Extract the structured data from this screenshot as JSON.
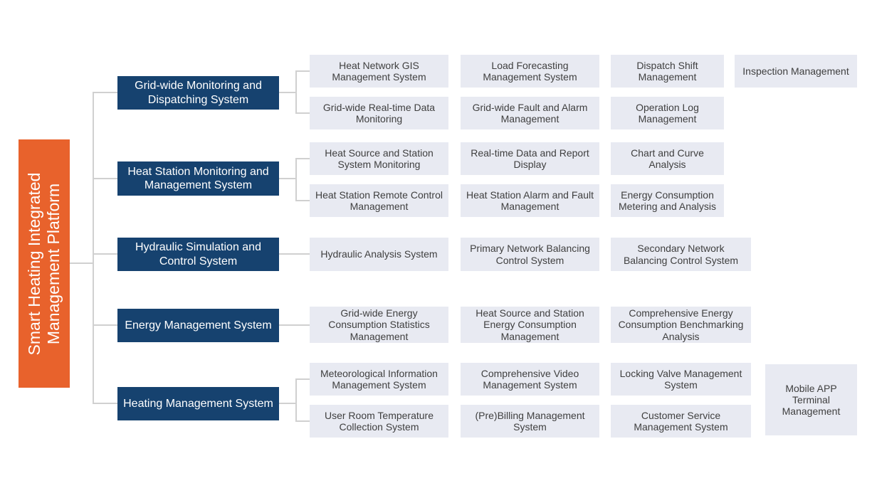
{
  "diagram": {
    "root_label": "Smart Heating Integrated Management Platform",
    "branches": [
      {
        "label": "Grid-wide Monitoring and Dispatching System",
        "children": [
          "Heat Network GIS Management System",
          "Load Forecasting Management System",
          "Dispatch Shift Management",
          "Inspection Management",
          "Grid-wide Real-time Data Monitoring",
          "Grid-wide Fault and Alarm Management",
          "Operation Log Management"
        ]
      },
      {
        "label": "Heat Station Monitoring and Management System",
        "children": [
          "Heat Source and Station System Monitoring",
          "Real-time Data and Report Display",
          "Chart and Curve Analysis",
          "Heat Station Remote Control Management",
          "Heat Station Alarm and Fault Management",
          "Energy Consumption Metering and Analysis"
        ]
      },
      {
        "label": "Hydraulic Simulation and Control System",
        "children": [
          "Hydraulic Analysis System",
          "Primary Network Balancing Control System",
          "Secondary Network Balancing Control System"
        ]
      },
      {
        "label": "Energy Management System",
        "children": [
          "Grid-wide Energy Consumption Statistics Management",
          "Heat Source and Station Energy Consumption Management",
          "Comprehensive Energy Consumption Benchmarking Analysis"
        ]
      },
      {
        "label": "Heating Management System",
        "children": [
          "Meteorological Information Management System",
          "Comprehensive Video Management System",
          "Locking Valve Management System",
          "User Room Temperature Collection System",
          "(Pre)Billing Management System",
          "Customer Service Management System",
          "Mobile APP Terminal Management"
        ]
      }
    ]
  },
  "colors": {
    "root_bg": "#E8622C",
    "branch_bg": "#16426F",
    "leaf_bg": "#E8EAF2",
    "leaf_text": "#3F3F3F",
    "connector": "#D0D0D0"
  }
}
